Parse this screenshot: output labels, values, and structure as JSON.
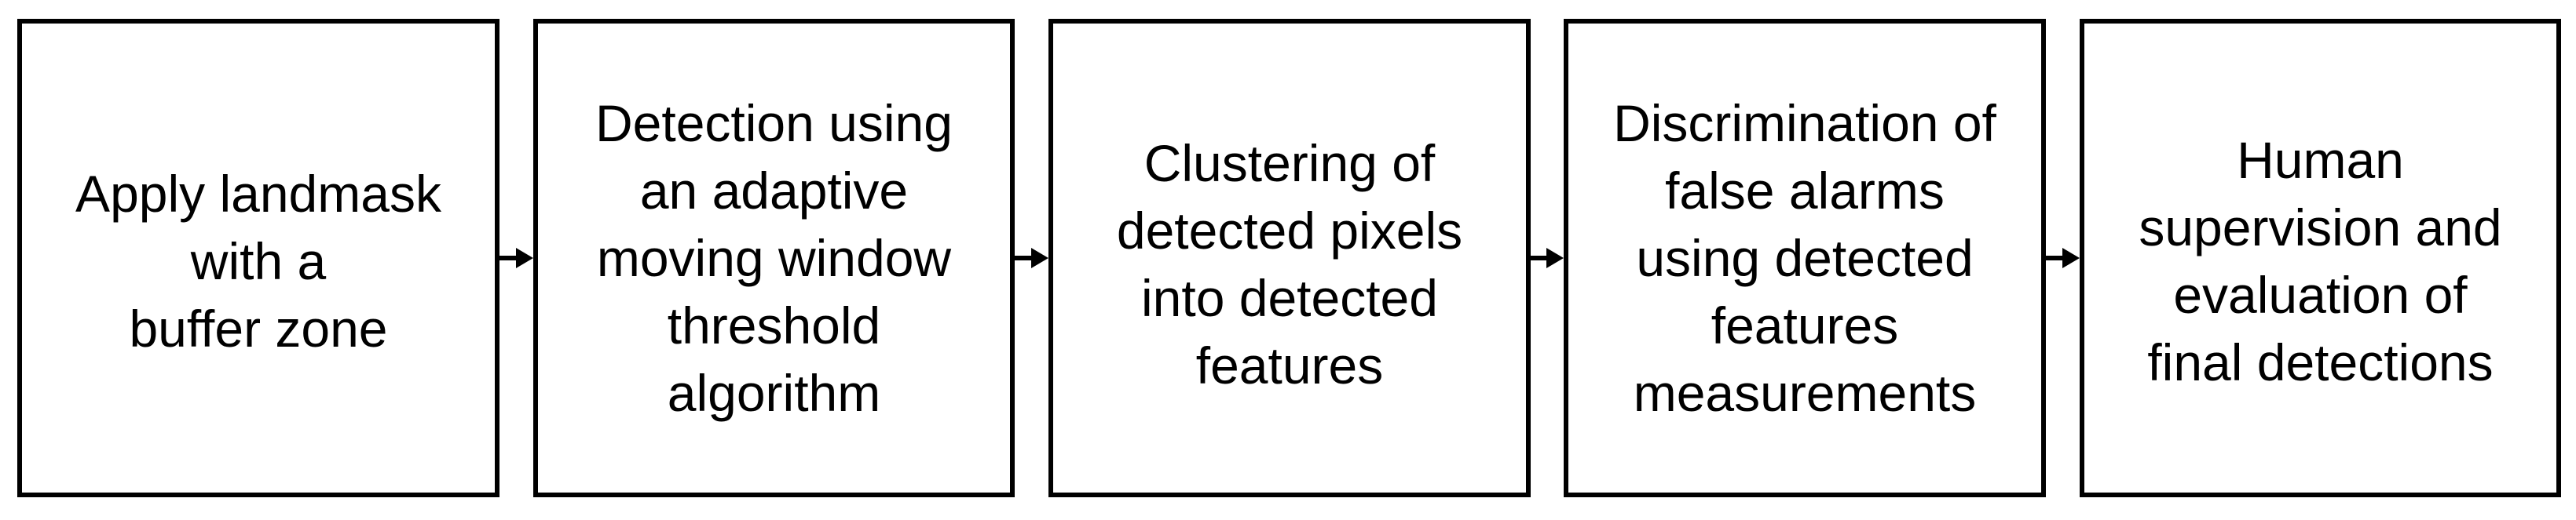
{
  "steps": [
    {
      "text": "Apply landmask\nwith a\nbuffer zone"
    },
    {
      "text": "Detection using\nan adaptive\nmoving window\nthreshold\nalgorithm"
    },
    {
      "text": "Clustering of\ndetected pixels\ninto detected\nfeatures"
    },
    {
      "text": "Discrimination of\nfalse alarms\nusing detected\nfeatures\nmeasurements"
    },
    {
      "text": "Human\nsupervision and\nevaluation of\nfinal detections"
    }
  ],
  "colors": {
    "stroke": "#000000",
    "background": "#ffffff"
  }
}
